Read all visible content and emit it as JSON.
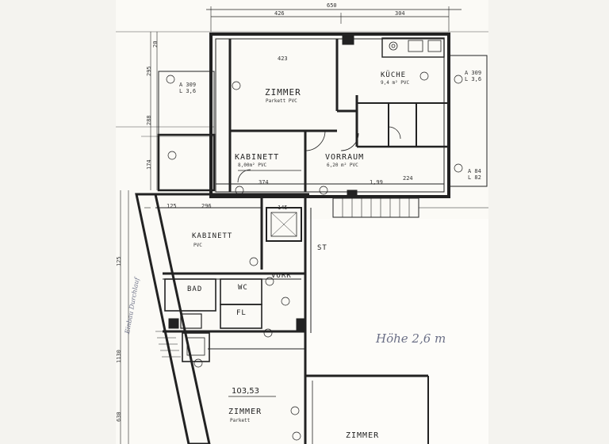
{
  "rooms": {
    "zimmer_top": {
      "label": "ZIMMER",
      "sub": "Parkett PVC"
    },
    "kueche": {
      "label": "KÜCHE",
      "sub": "9,4 m² PVC"
    },
    "kabinett_top": {
      "label": "KABINETT",
      "sub": "8,00m² PVC"
    },
    "vorraum_top": {
      "label": "VORRAUM",
      "sub": "6,20 m² PVC"
    },
    "kabinett_left": {
      "label": "KABINETT",
      "sub": "PVC"
    },
    "vorr_left": {
      "label": "VORR"
    },
    "bad": {
      "label": "BAD"
    },
    "wc": {
      "label": "WC"
    },
    "fl": {
      "label": "FL"
    },
    "st": {
      "label": "ST"
    },
    "zimmer_bottom_left": {
      "label": "ZIMMER",
      "sub": "Parkett"
    },
    "zimmer_bottom_right": {
      "label": "ZIMMER"
    }
  },
  "elevation": "103,53",
  "handwriting": {
    "height_note": "Höhe 2,6 m",
    "side_note": "Einbau Durchlauf"
  },
  "dimensions": {
    "top_650": "650",
    "top_426": "426",
    "top_304": "304",
    "inner_423": "423",
    "right_309": "A 309",
    "right_l3": "L 3,6",
    "left_309": "A 309",
    "left_l": "L 3,6",
    "d_374": "374",
    "d_199": "1,99",
    "d_224": "224",
    "d_125": "125",
    "d_296": "296",
    "d_145": "145",
    "d_84": "A 84",
    "d_l82": "L 82",
    "v_125": "125",
    "v_1130": "1130",
    "v_630": "630",
    "v_295": "295",
    "v_288": "288",
    "v_174": "174",
    "v_20": "20"
  }
}
